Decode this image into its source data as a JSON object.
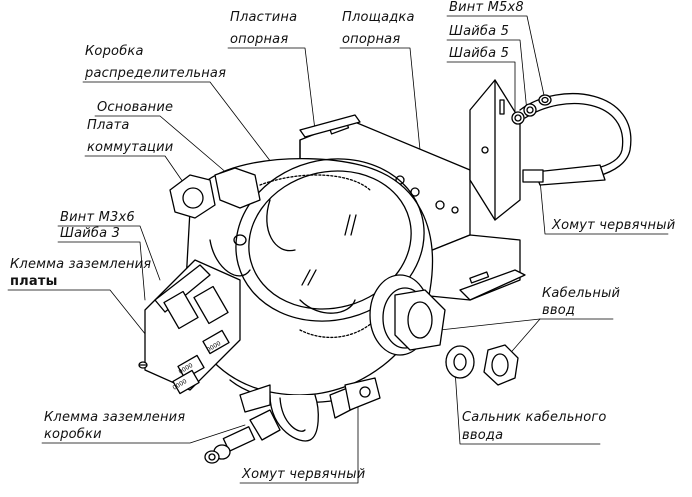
{
  "labels": {
    "plastina_1": "Пластина",
    "plastina_2": "опорная",
    "ploshchadka_1": "Площадка",
    "ploshchadka_2": "опорная",
    "vint_m5": "Винт М5х8",
    "shaiba5_a": "Шайба 5",
    "shaiba5_b": "Шайба 5",
    "korobka_1": "Коробка",
    "korobka_2": "распределительная",
    "osnovanie": "Основание",
    "plata_1": "Плата",
    "plata_2": "коммутации",
    "vint_m3": "Винт М3х6",
    "shaiba3": "Шайба 3",
    "klemma_platy_1": "Клемма заземления",
    "klemma_platy_2": "платы",
    "khomut_top": "Хомут червячный",
    "kabelny_1": "Кабельный",
    "kabelny_2": "ввод",
    "salnik_1": "Сальник кабельного",
    "salnik_2": "ввода",
    "klemma_korobki_1": "Клемма заземления",
    "klemma_korobki_2": "коробки",
    "khomut_bottom": "Хомут червячный"
  },
  "terminal_marks": [
    "0000",
    "0000",
    "0000"
  ]
}
